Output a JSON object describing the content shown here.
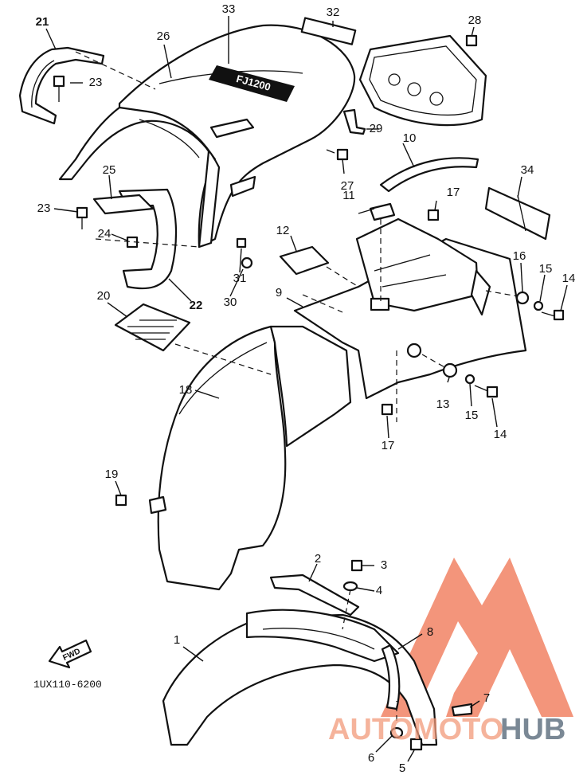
{
  "diagram_code": "1UX110-6200",
  "fwd_label": "FWD",
  "logo_text": "FJ1200",
  "watermark": {
    "text_left": "AUTOMOTO",
    "text_right": "HUB",
    "color_main": "#f06a4a",
    "color_dark": "#5a6b7b"
  },
  "callouts": {
    "c1": "1",
    "c2": "2",
    "c3": "3",
    "c4": "4",
    "c5": "5",
    "c6": "6",
    "c7": "7",
    "c8": "8",
    "c9": "9",
    "c10": "10",
    "c11": "11",
    "c12": "12",
    "c13": "13",
    "c14a": "14",
    "c14b": "14",
    "c15a": "15",
    "c15b": "15",
    "c16": "16",
    "c17a": "17",
    "c17b": "17",
    "c18": "18",
    "c19": "19",
    "c20": "20",
    "c21": "21",
    "c22": "22",
    "c23a": "23",
    "c23b": "23",
    "c24": "24",
    "c25": "25",
    "c26": "26",
    "c27": "27",
    "c28": "28",
    "c29": "29",
    "c30": "30",
    "c31": "31",
    "c32": "32",
    "c33": "33",
    "c34": "34"
  }
}
